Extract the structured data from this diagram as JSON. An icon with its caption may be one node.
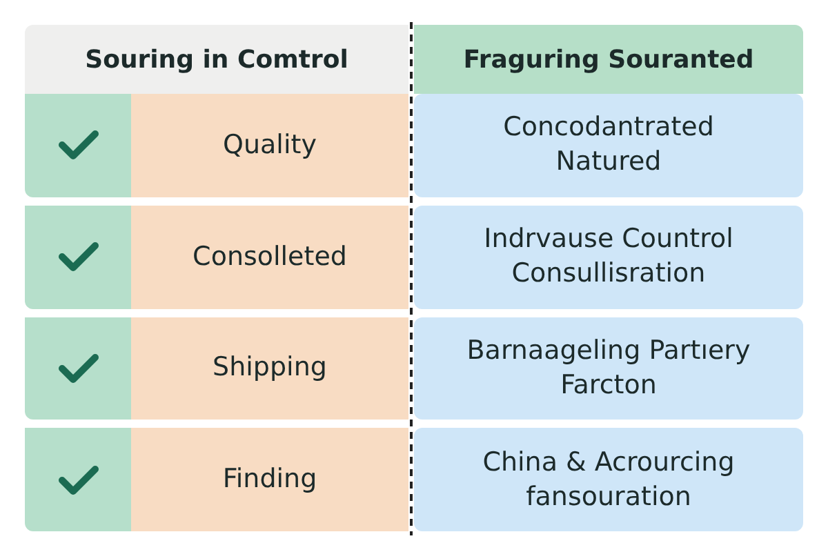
{
  "diagram": {
    "labels": [
      "Souring in Comtrol",
      "Fraguring Souranted",
      "Quality",
      "Concodantrated Natured",
      "Consolleted",
      "Indrvause Countrol Consullisration",
      "Shipping",
      "Barnaageling Partıery Farcton",
      "Finding",
      "China & Acrourcing fansouration"
    ]
  }
}
